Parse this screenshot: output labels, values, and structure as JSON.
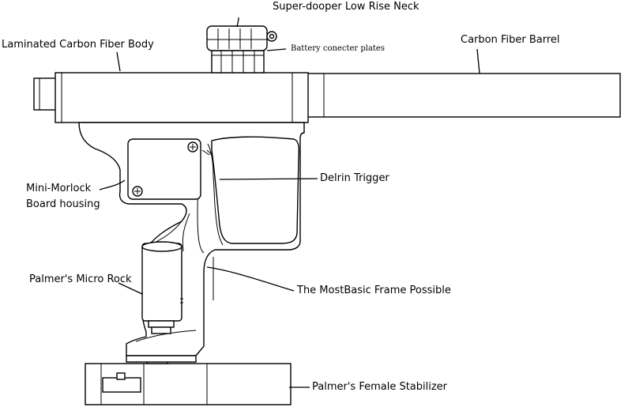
{
  "labels": {
    "neck": "Super-dooper Low Rise Neck",
    "battery_plates": "Battery conecter plates",
    "body": "Laminated Carbon Fiber Body",
    "barrel": "Carbon Fiber Barrel",
    "trigger": "Delrin Trigger",
    "board_housing_line1": "Mini-Morlock",
    "board_housing_line2": "Board housing",
    "micro_rock": "Palmer's Micro Rock",
    "frame": "The MostBasic Frame Possible",
    "stabilizer": "Palmer's Female Stabilizer"
  }
}
